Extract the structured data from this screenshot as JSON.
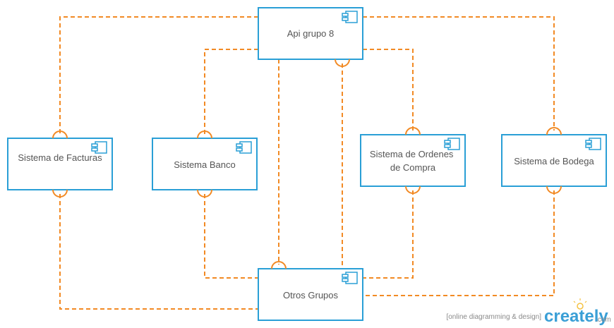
{
  "diagram": {
    "nodes": [
      {
        "id": "api",
        "label_lines": [
          "Api grupo 8"
        ]
      },
      {
        "id": "facturas",
        "label_lines": [
          "Sistema de Facturas"
        ]
      },
      {
        "id": "banco",
        "label_lines": [
          "Sistema Banco"
        ]
      },
      {
        "id": "ordenes",
        "label_lines": [
          "Sistema de Ordenes",
          "de Compra"
        ]
      },
      {
        "id": "bodega",
        "label_lines": [
          "Sistema de Bodega"
        ]
      },
      {
        "id": "otros",
        "label_lines": [
          "Otros Grupos"
        ]
      }
    ],
    "connections": [
      {
        "from": "api",
        "to": "facturas"
      },
      {
        "from": "api",
        "to": "banco"
      },
      {
        "from": "api",
        "to": "ordenes"
      },
      {
        "from": "api",
        "to": "bodega"
      },
      {
        "from": "api",
        "to": "otros"
      },
      {
        "from": "facturas",
        "to": "otros"
      },
      {
        "from": "banco",
        "to": "otros"
      },
      {
        "from": "ordenes",
        "to": "otros"
      },
      {
        "from": "bodega",
        "to": "otros"
      }
    ]
  },
  "colors": {
    "component_border": "#2a9fd6",
    "connector": "#f28a24",
    "label": "#555555"
  },
  "watermark": {
    "tagline": "[online diagramming & design]",
    "brand": "creately",
    "suffix": ".com"
  }
}
